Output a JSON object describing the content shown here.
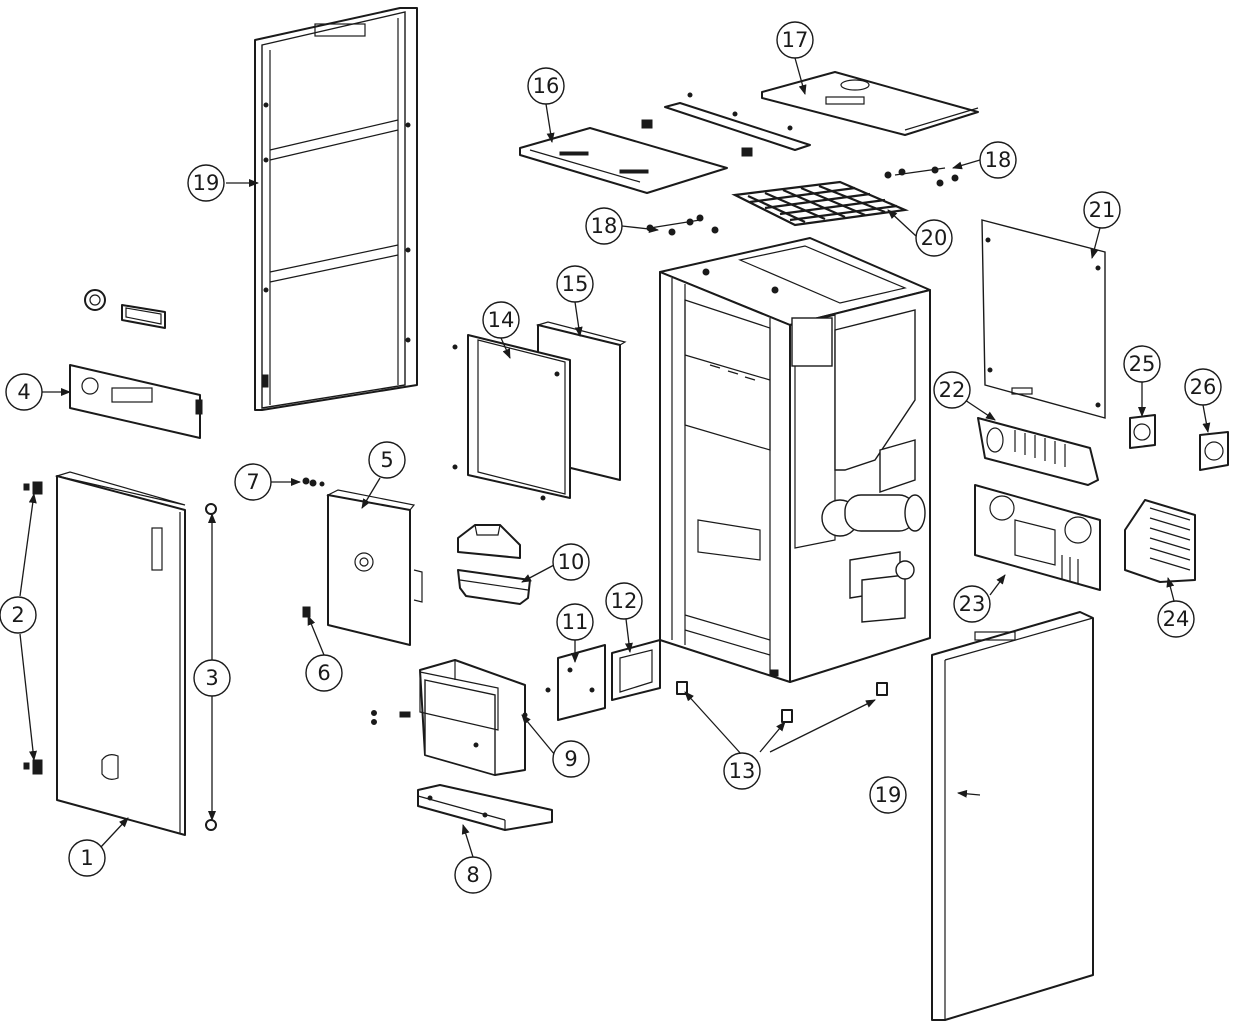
{
  "callouts": [
    {
      "id": "c1",
      "label": "1"
    },
    {
      "id": "c2",
      "label": "2"
    },
    {
      "id": "c3",
      "label": "3"
    },
    {
      "id": "c4",
      "label": "4"
    },
    {
      "id": "c5",
      "label": "5"
    },
    {
      "id": "c6",
      "label": "6"
    },
    {
      "id": "c7",
      "label": "7"
    },
    {
      "id": "c8",
      "label": "8"
    },
    {
      "id": "c9",
      "label": "9"
    },
    {
      "id": "c10",
      "label": "10"
    },
    {
      "id": "c11",
      "label": "11"
    },
    {
      "id": "c12",
      "label": "12"
    },
    {
      "id": "c13",
      "label": "13"
    },
    {
      "id": "c14",
      "label": "14"
    },
    {
      "id": "c15",
      "label": "15"
    },
    {
      "id": "c16",
      "label": "16"
    },
    {
      "id": "c17",
      "label": "17"
    },
    {
      "id": "c18a",
      "label": "18"
    },
    {
      "id": "c18b",
      "label": "18"
    },
    {
      "id": "c19a",
      "label": "19"
    },
    {
      "id": "c19b",
      "label": "19"
    },
    {
      "id": "c20",
      "label": "20"
    },
    {
      "id": "c21",
      "label": "21"
    },
    {
      "id": "c22",
      "label": "22"
    },
    {
      "id": "c23",
      "label": "23"
    },
    {
      "id": "c24",
      "label": "24"
    },
    {
      "id": "c25",
      "label": "25"
    },
    {
      "id": "c26",
      "label": "26"
    }
  ]
}
